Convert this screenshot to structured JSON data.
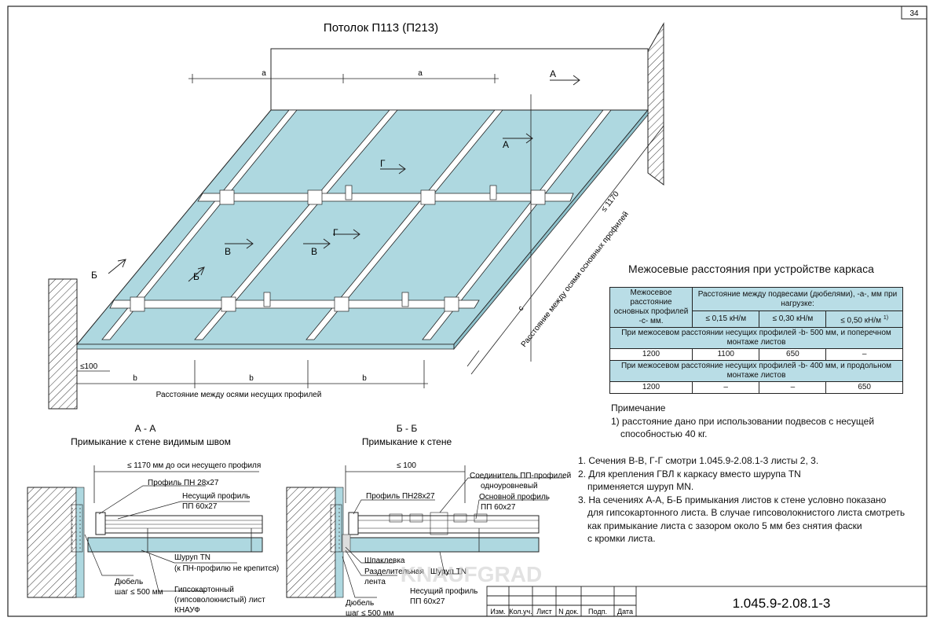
{
  "sheet": {
    "page_number": "34",
    "title": "Потолок П113 (П213)",
    "code": "1.045.9-2.08.1-3"
  },
  "plan": {
    "dim_a": "a",
    "dim_b": "b",
    "dim_c": "c",
    "dim_le1170": "≤ 1170",
    "dim_le100": "≤100",
    "label_A": "А",
    "label_B": "Б",
    "label_V": "В",
    "label_G": "Г",
    "caption_bottom": "Расстояние между осями несущих профилей",
    "caption_side": "Расстояние между осями основных профилей"
  },
  "table": {
    "title": "Межосевые расстояния при устройстве каркаса",
    "col0_header": "Межосевое расстояние основных профилей -с- мм.",
    "group_header": "Расстояние между подвесами (дюбелями), -а-, мм при нагрузке:",
    "load1": "≤ 0,15 кН/м",
    "load2": "≤ 0,30 кН/м",
    "load3": "≤ 0,50 кН/м",
    "load3_sup": "1)",
    "section1": "При межосевом расстоянии несущих профилей -b- 500 мм, и поперечном монтаже листов",
    "row1": [
      "1200",
      "1100",
      "650",
      "–"
    ],
    "section2": "При межосевом расстояние несущих профилей -b- 400 мм, и продольном монтаже листов",
    "row2": [
      "1200",
      "–",
      "–",
      "650"
    ]
  },
  "primechanie": {
    "title": "Примечание",
    "line1": "1) расстояние дано при использовании подвесов с несущей",
    "line2": "способностью 40 кг."
  },
  "notes": [
    "1. Сечения В-В, Г-Г смотри 1.045.9-2.08.1-3 листы 2, 3.",
    "2. Для крепления ГВЛ к каркасу вместо шурупа TN",
    "применяется шуруп MN.",
    "3. На сечениях А-А, Б-Б примыкания листов к стене условно показано",
    "для гипсокартонного листа. В случае гипсоволокнистого листа смотреть",
    "как примыкание листа с зазором около 5 мм без снятия фаски",
    "с кромки листа."
  ],
  "sectionAA": {
    "title": "А - А",
    "subtitle": "Примыкание к стене видимым швом",
    "dim": "≤ 1170 мм до оси несущего профиля",
    "profile_pn": "Профиль ПН 28х27",
    "carrier1": "Несущий профиль",
    "carrier2": "ПП 60х27",
    "screw1": "Шуруп TN",
    "screw2": "(к ПН-профилю не крепится)",
    "dowel1": "Дюбель",
    "dowel2": "шаг ≤ 500 мм",
    "board1": "Гипсокартонный",
    "board2": "(гипсоволокнистый) лист",
    "board3": "КНАУФ"
  },
  "sectionBB": {
    "title": "Б - Б",
    "subtitle": "Примыкание к стене",
    "dim": "≤ 100",
    "connector1": "Соединитель ПП-профилей",
    "connector2": "одноуровневый",
    "main1": "Основной профиль",
    "main2": "ПП 60х27",
    "profile_pn": "Профиль ПН28х27",
    "putty": "Шпаклевка",
    "tape1": "Разделительная",
    "tape2": "лента",
    "screw": "Шуруп TN",
    "carrier1": "Несущий профиль",
    "carrier2": "ПП 60х27",
    "dowel1": "Дюбель",
    "dowel2": "шаг ≤ 500 мм"
  },
  "stamp": {
    "cols": [
      "Изм.",
      "Кол.уч.",
      "Лист",
      "N док.",
      "Подп.",
      "Дата"
    ]
  },
  "watermark": "KNAUFGRAD",
  "colors": {
    "board": "#aed8e0",
    "line": "#222222",
    "table_header": "#b9dde6"
  }
}
